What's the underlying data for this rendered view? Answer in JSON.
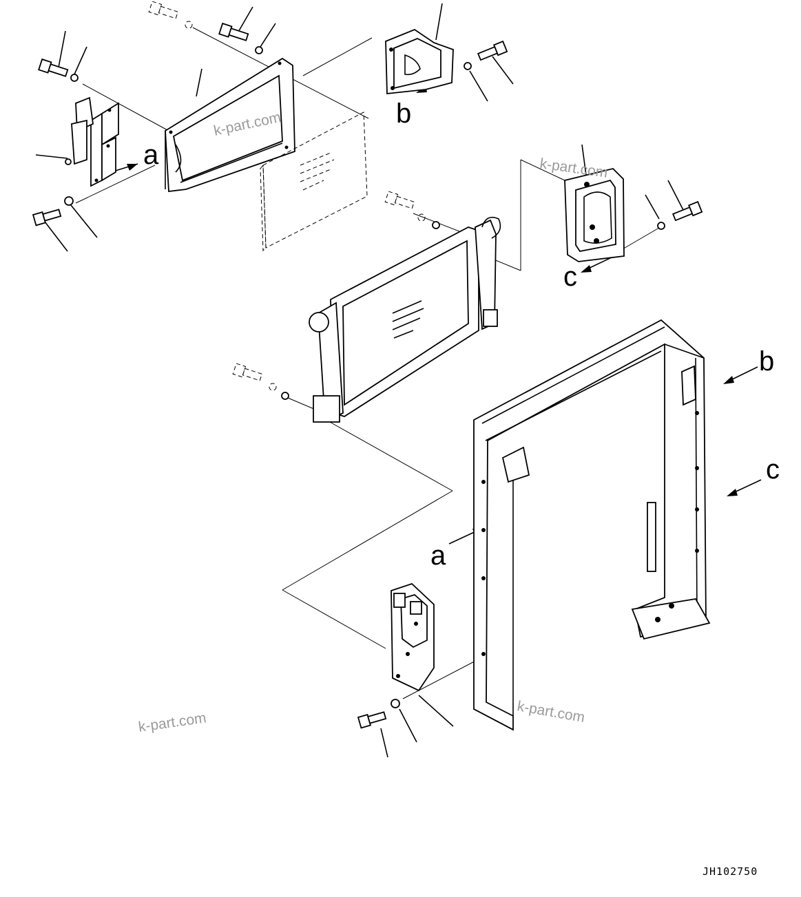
{
  "diagram": {
    "labels": {
      "a": "a",
      "b": "b",
      "c": "c"
    },
    "watermark": "k-part.com",
    "drawing_code": "JH102750"
  }
}
